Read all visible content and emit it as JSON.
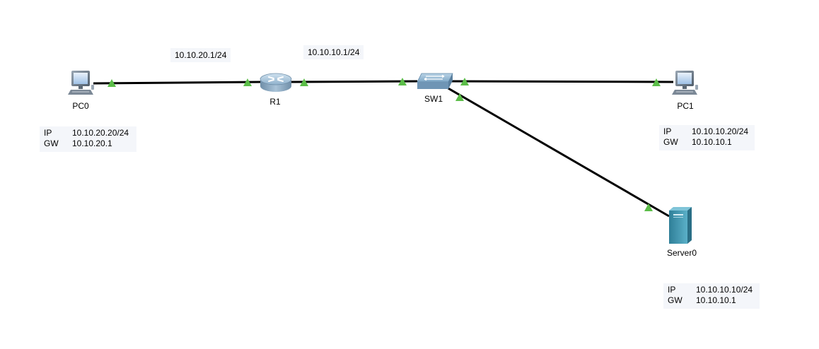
{
  "colors": {
    "link": "#000000",
    "port_up": "#5bbd48",
    "note_bg": "#f4f6fa"
  },
  "devices": {
    "pc0": {
      "label": "PC0",
      "icon": "pc-icon"
    },
    "r1": {
      "label": "R1",
      "icon": "router-icon"
    },
    "sw1": {
      "label": "SW1",
      "icon": "switch-icon"
    },
    "pc1": {
      "label": "PC1",
      "icon": "pc-icon"
    },
    "server0": {
      "label": "Server0",
      "icon": "server-icon"
    }
  },
  "links": [
    {
      "from": "PC0",
      "to": "R1"
    },
    {
      "from": "R1",
      "to": "SW1"
    },
    {
      "from": "SW1",
      "to": "PC1"
    },
    {
      "from": "SW1",
      "to": "Server0"
    }
  ],
  "interface_labels": {
    "r1_left": "10.10.20.1/24",
    "r1_right": "10.10.10.1/24"
  },
  "notes": {
    "pc0": {
      "ip_key": "IP",
      "ip": "10.10.20.20/24",
      "gw_key": "GW",
      "gw": "10.10.20.1"
    },
    "pc1": {
      "ip_key": "IP",
      "ip": "10.10.10.20/24",
      "gw_key": "GW",
      "gw": "10.10.10.1"
    },
    "server0": {
      "ip_key": "IP",
      "ip": "10.10.10.10/24",
      "gw_key": "GW",
      "gw": "10.10.10.1"
    }
  }
}
